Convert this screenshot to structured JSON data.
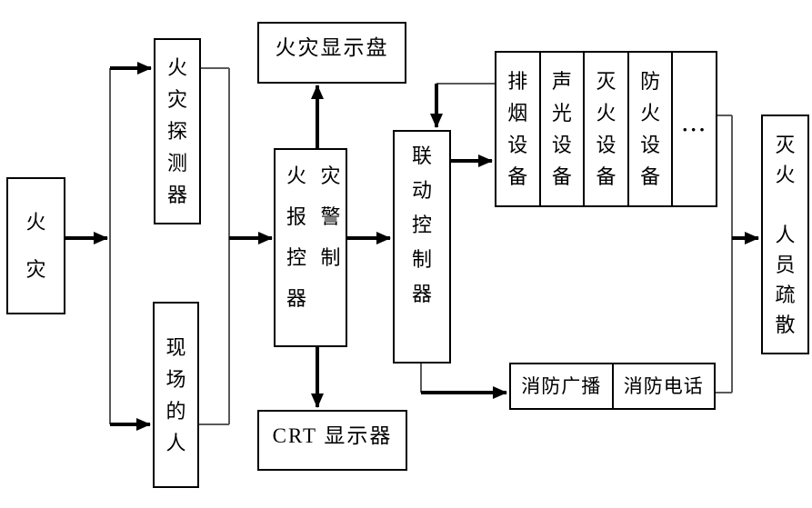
{
  "colors": {
    "background": "#ffffff",
    "box_border": "#000000",
    "arrow": "#000000",
    "connector": "#595959",
    "text": "#000000"
  },
  "nodes": {
    "fire": {
      "label": "火\n灾"
    },
    "fire_detector": {
      "label": "火\n灾\n探\n测\n器"
    },
    "people_on_site": {
      "label": "现\n场\n的\n人"
    },
    "fire_display_panel": {
      "label": "火灾显示盘"
    },
    "fire_alarm_controller": {
      "label": "火 灾\n报 警\n控 制\n器"
    },
    "crt_display": {
      "label": "CRT 显示器"
    },
    "linkage_controller": {
      "label": "联\n动\n控\n制\n器"
    },
    "equipment_group": {
      "cells": [
        "排\n烟\n设\n备",
        "声\n光\n设\n备",
        "灭\n火\n设\n备",
        "防\n火\n设\n备",
        "···"
      ]
    },
    "fire_broadcast": {
      "label": "消防广播"
    },
    "fire_telephone": {
      "label": "消防电话"
    },
    "outcome": {
      "label": "灭\n火\n\n人\n员\n疏\n散"
    }
  },
  "edges": [
    {
      "from": "fire",
      "to": "fire_detector"
    },
    {
      "from": "fire",
      "to": "people_on_site"
    },
    {
      "from": "fire_detector",
      "to": "fire_alarm_controller"
    },
    {
      "from": "people_on_site",
      "to": "fire_alarm_controller"
    },
    {
      "from": "fire_alarm_controller",
      "to": "fire_display_panel"
    },
    {
      "from": "fire_alarm_controller",
      "to": "crt_display"
    },
    {
      "from": "fire_alarm_controller",
      "to": "linkage_controller"
    },
    {
      "from": "equipment_group",
      "to": "linkage_controller"
    },
    {
      "from": "linkage_controller",
      "to": "equipment_group"
    },
    {
      "from": "linkage_controller",
      "to": "fire_broadcast"
    },
    {
      "from": "equipment_group",
      "to": "outcome"
    },
    {
      "from": "fire_telephone",
      "to": "outcome"
    }
  ]
}
